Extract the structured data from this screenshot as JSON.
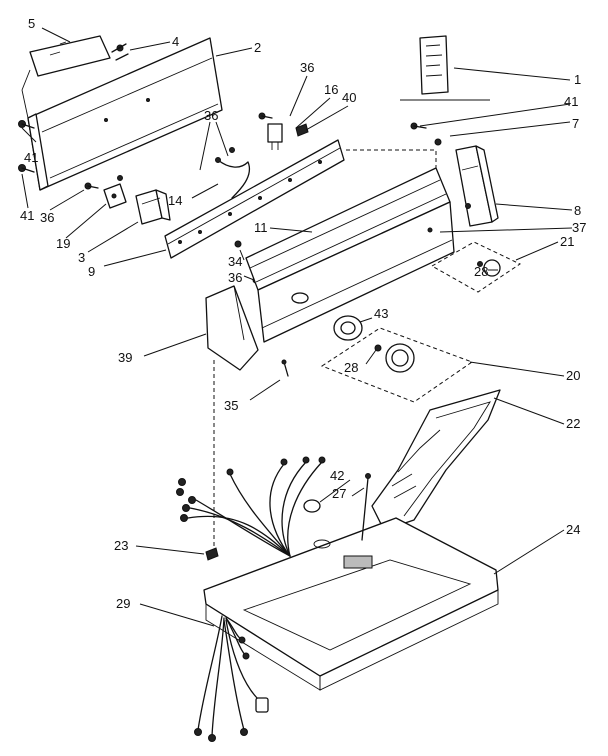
{
  "callouts": [
    {
      "id": "c1",
      "label": "1"
    },
    {
      "id": "c2",
      "label": "2"
    },
    {
      "id": "c3",
      "label": "3"
    },
    {
      "id": "c4",
      "label": "4"
    },
    {
      "id": "c5",
      "label": "5"
    },
    {
      "id": "c7",
      "label": "7"
    },
    {
      "id": "c8",
      "label": "8"
    },
    {
      "id": "c9",
      "label": "9"
    },
    {
      "id": "c11",
      "label": "11"
    },
    {
      "id": "c14",
      "label": "14"
    },
    {
      "id": "c16",
      "label": "16"
    },
    {
      "id": "c19",
      "label": "19"
    },
    {
      "id": "c20",
      "label": "20"
    },
    {
      "id": "c21",
      "label": "21"
    },
    {
      "id": "c22",
      "label": "22"
    },
    {
      "id": "c23",
      "label": "23"
    },
    {
      "id": "c24",
      "label": "24"
    },
    {
      "id": "c27",
      "label": "27"
    },
    {
      "id": "c28a",
      "label": "28"
    },
    {
      "id": "c28b",
      "label": "28"
    },
    {
      "id": "c29",
      "label": "29"
    },
    {
      "id": "c34",
      "label": "34"
    },
    {
      "id": "c35",
      "label": "35"
    },
    {
      "id": "c36a",
      "label": "36"
    },
    {
      "id": "c36b",
      "label": "36"
    },
    {
      "id": "c36c",
      "label": "36"
    },
    {
      "id": "c36d",
      "label": "36"
    },
    {
      "id": "c37",
      "label": "37"
    },
    {
      "id": "c39",
      "label": "39"
    },
    {
      "id": "c40",
      "label": "40"
    },
    {
      "id": "c41a",
      "label": "41"
    },
    {
      "id": "c41b",
      "label": "41"
    },
    {
      "id": "c41c",
      "label": "41"
    },
    {
      "id": "c42",
      "label": "42"
    },
    {
      "id": "c43",
      "label": "43"
    }
  ]
}
